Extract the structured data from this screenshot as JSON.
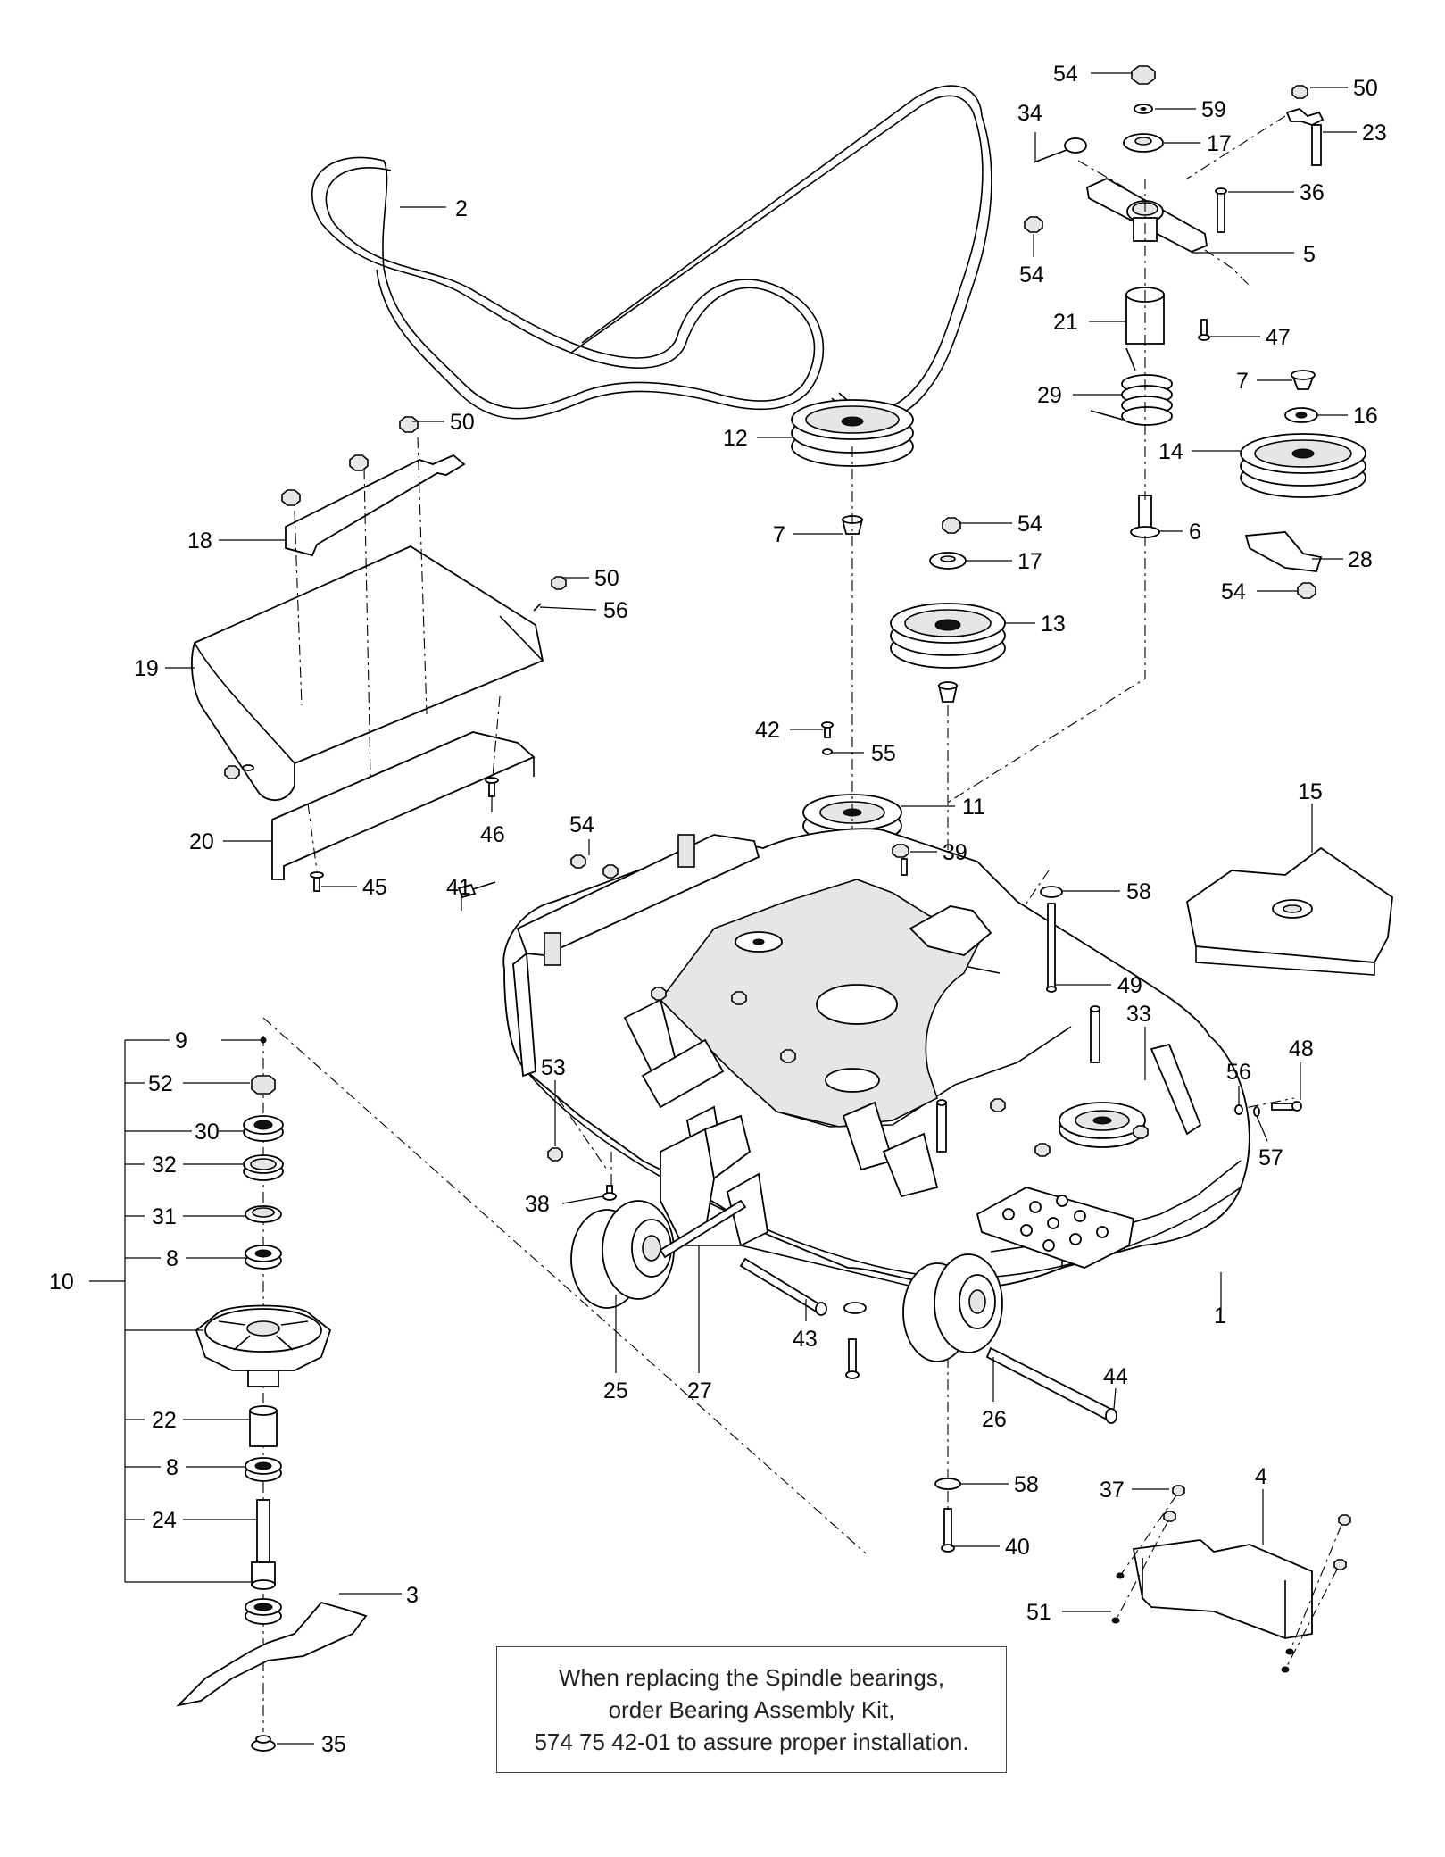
{
  "note": {
    "line1": "When replacing the Spindle bearings,",
    "line2": "order Bearing Assembly Kit,",
    "line3": "574 75 42-01 to assure proper installation."
  },
  "callouts": {
    "c1": "1",
    "c2": "2",
    "c3": "3",
    "c4": "4",
    "c5": "5",
    "c6": "6",
    "c7a": "7",
    "c7b": "7",
    "c8a": "8",
    "c8b": "8",
    "c9": "9",
    "c10": "10",
    "c11": "11",
    "c12": "12",
    "c13": "13",
    "c14": "14",
    "c15": "15",
    "c16": "16",
    "c17a": "17",
    "c17b": "17",
    "c18": "18",
    "c19": "19",
    "c20": "20",
    "c21": "21",
    "c22": "22",
    "c23": "23",
    "c24": "24",
    "c25": "25",
    "c26": "26",
    "c27": "27",
    "c28": "28",
    "c29": "29",
    "c30": "30",
    "c31": "31",
    "c32": "32",
    "c33": "33",
    "c34": "34",
    "c35": "35",
    "c36": "36",
    "c37": "37",
    "c38": "38",
    "c39": "39",
    "c40": "40",
    "c41": "41",
    "c42": "42",
    "c43": "43",
    "c44": "44",
    "c45": "45",
    "c46": "46",
    "c47": "47",
    "c48": "48",
    "c49": "49",
    "c50a": "50",
    "c50b": "50",
    "c50c": "50",
    "c51": "51",
    "c52": "52",
    "c53": "53",
    "c54a": "54",
    "c54b": "54",
    "c54c": "54",
    "c54d": "54",
    "c54e": "54",
    "c55": "55",
    "c56a": "56",
    "c56b": "56",
    "c57": "57",
    "c58a": "58",
    "c58b": "58",
    "c59": "59"
  }
}
